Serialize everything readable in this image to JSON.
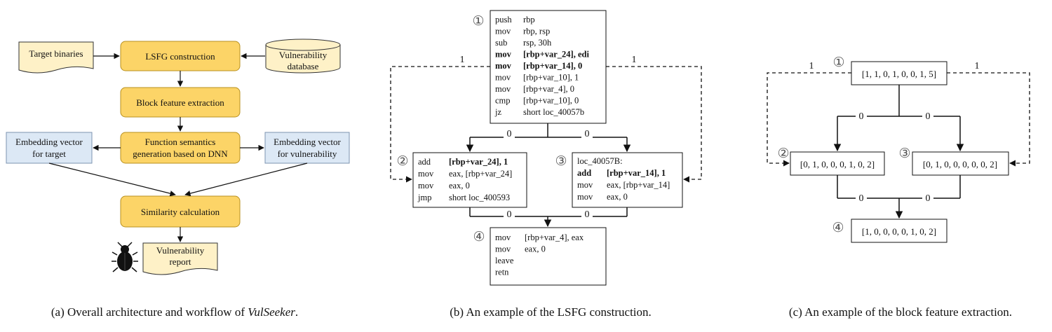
{
  "panel_a": {
    "target_binaries": "Target binaries",
    "lsfg_construction": "LSFG construction",
    "vulnerability_database": [
      "Vulnerability",
      "database"
    ],
    "block_feature_extraction": "Block feature extraction",
    "function_semantics": [
      "Function semantics",
      "generation based on DNN"
    ],
    "embedding_target": [
      "Embedding vector",
      "for target"
    ],
    "embedding_vulnerability": [
      "Embedding vector",
      "for vulnerability"
    ],
    "similarity_calculation": "Similarity calculation",
    "vulnerability_report": [
      "Vulnerability",
      "report"
    ],
    "caption_prefix": "(a) Overall architecture and workflow of ",
    "caption_italic": "VulSeeker",
    "caption_suffix": "."
  },
  "panel_b": {
    "block1": {
      "marker": "①",
      "lines": [
        {
          "op": "push",
          "arg": "rbp",
          "bold": false
        },
        {
          "op": "mov",
          "arg": "rbp, rsp",
          "bold": false
        },
        {
          "op": "sub",
          "arg": "rsp, 30h",
          "bold": false
        },
        {
          "op": "mov",
          "arg": "[rbp+var_24], edi",
          "bold": true
        },
        {
          "op": "mov",
          "arg": "[rbp+var_14], 0",
          "bold": true
        },
        {
          "op": "mov",
          "arg": "[rbp+var_10], 1",
          "bold": false
        },
        {
          "op": "mov",
          "arg": "[rbp+var_4], 0",
          "bold": false
        },
        {
          "op": "cmp",
          "arg": "[rbp+var_10], 0",
          "bold": false
        },
        {
          "op": "jz",
          "arg": "short loc_40057b",
          "bold": false
        }
      ]
    },
    "block2": {
      "marker": "②",
      "lines": [
        {
          "op": "add",
          "arg": "[rbp+var_24], 1",
          "bold_arg": true
        },
        {
          "op": "mov",
          "arg": "eax, [rbp+var_24]",
          "bold_arg": false
        },
        {
          "op": "mov",
          "arg": "eax, 0",
          "bold_arg": false
        },
        {
          "op": "jmp",
          "arg": "short loc_400593",
          "bold_arg": false
        }
      ]
    },
    "block3": {
      "marker": "③",
      "label": "loc_40057B:",
      "lines": [
        {
          "op": "add",
          "arg": "[rbp+var_14], 1",
          "bold": true
        },
        {
          "op": "mov",
          "arg": "eax, [rbp+var_14]",
          "bold": false
        },
        {
          "op": "mov",
          "arg": "eax, 0",
          "bold": false
        }
      ]
    },
    "block4": {
      "marker": "④",
      "lines": [
        {
          "op": "mov",
          "arg": "[rbp+var_4], eax"
        },
        {
          "op": "mov",
          "arg": "eax, 0"
        },
        {
          "op": "leave",
          "arg": ""
        },
        {
          "op": "retn",
          "arg": ""
        }
      ]
    },
    "edge_labels": {
      "control": "0",
      "data": "1"
    },
    "caption": "(b) An example of the LSFG construction."
  },
  "panel_c": {
    "node1": {
      "marker": "①",
      "vector": "[1, 1, 0, 1, 0, 0, 1, 5]"
    },
    "node2": {
      "marker": "②",
      "vector": "[0, 1, 0, 0, 0, 1, 0, 2]"
    },
    "node3": {
      "marker": "③",
      "vector": "[0, 1, 0, 0, 0, 0, 0, 2]"
    },
    "node4": {
      "marker": "④",
      "vector": "[1, 0, 0, 0, 0, 1, 0, 2]"
    },
    "edge_labels": {
      "control": "0",
      "data": "1"
    },
    "caption": "(c) An example of the block feature extraction."
  },
  "colors": {
    "process_fill": "#FCD467",
    "process_stroke": "#B8901F",
    "doc_fill": "#FEF1C7",
    "embed_fill": "#DCE8F5",
    "embed_stroke": "#7C93B0"
  }
}
